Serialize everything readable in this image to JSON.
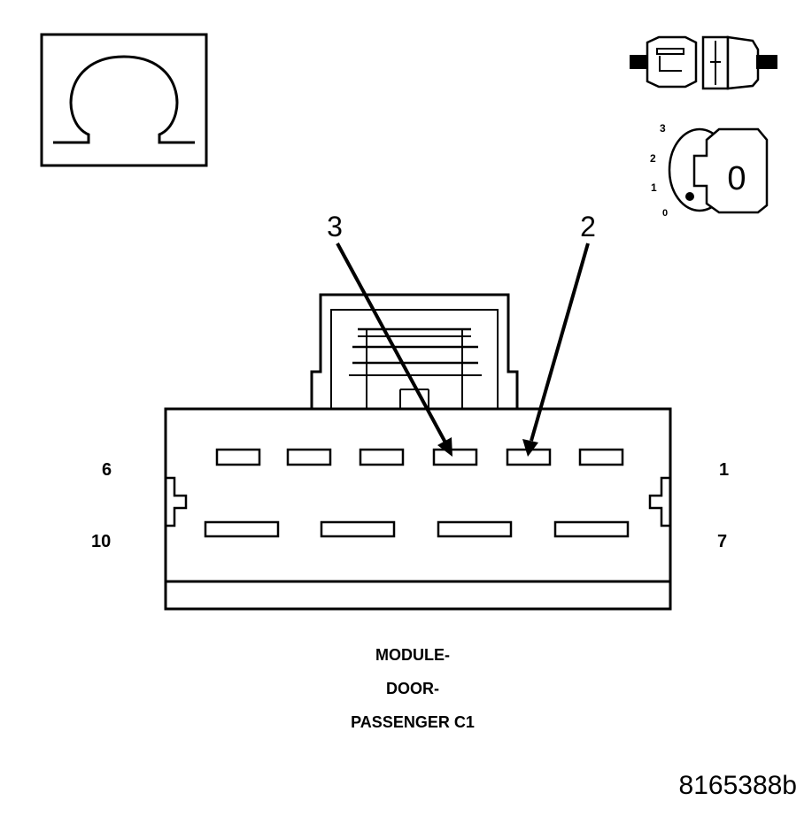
{
  "ohm_symbol": "Ω",
  "key_positions": [
    "3",
    "2",
    "1",
    "0"
  ],
  "key_label": "0",
  "callouts": {
    "left": "3",
    "right": "2"
  },
  "pin_labels": {
    "top_left": "6",
    "top_right": "1",
    "bottom_left": "10",
    "bottom_right": "7"
  },
  "connector_name": {
    "line1": "MODULE-",
    "line2": "DOOR-",
    "line3": "PASSENGER C1"
  },
  "figure_id": "8165388b",
  "colors": {
    "ink": "#000000",
    "paper": "#ffffff"
  }
}
